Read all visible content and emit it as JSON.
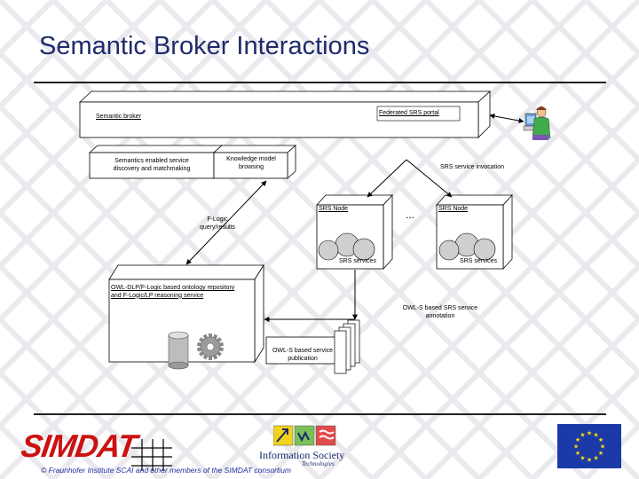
{
  "title": "Semantic Broker Interactions",
  "labels": {
    "semantic_broker": "Semantic broker",
    "federated_portal": "Federated SRS portal",
    "discovery": "Semantics enabled service\ndiscovery and matchmaking",
    "knowledge_browsing": "Knowledge model\nbrowsing",
    "invocation": "SRS service invocation",
    "srs_node_left": "SRS Node",
    "srs_node_right": "SRS Node",
    "ellipsis": "...",
    "flogic_query": "F-Logic\nquery/results",
    "srs_services_left": "SRS services",
    "srs_services_right": "SRS services",
    "ontology_repo": "OWL-DLP/F-Logic  based ontology repository\nand F-Logic/LP reasoning service",
    "owls_annotation": "OWL-S based SRS service\nannotation",
    "owls_publication": "OWL-S based service\npublication"
  },
  "footer": {
    "copyright": "© Fraunhofer Institute SCAI and other members of the SIMDAT consortium",
    "simdat_logo": "SIMDAT",
    "is_logo": "Information Society",
    "is_logo_sub": "Technologies"
  },
  "colors": {
    "title": "#1f2a6b",
    "copyright": "#1d2ea0",
    "simdat": "#cc1111",
    "eu_flag": "#1b3aa8",
    "eu_stars": "#ffdd00"
  },
  "icons": [
    "user-at-computer-icon",
    "database-cylinder-icon",
    "gear-icon",
    "document-stack-icon",
    "eu-flag-icon",
    "information-society-logo",
    "simdat-logo",
    "grid-icon"
  ]
}
